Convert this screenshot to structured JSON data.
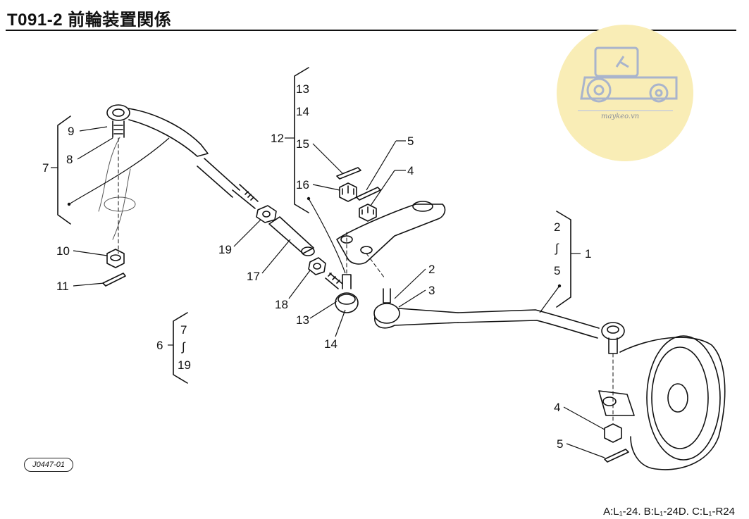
{
  "header": {
    "title": "T091-2 前輪装置関係"
  },
  "watermark": {
    "site": "maykeo.vn",
    "circle_color": "#f9edb6",
    "stroke_color": "#a9b4cc"
  },
  "drawing_code": "J0447-01",
  "footnote": "A:L₁-24. B:L₁-24D. C:L₁-R24",
  "callouts": {
    "c9": "9",
    "c8": "8",
    "c7": "7",
    "c10": "10",
    "c11": "11",
    "c19": "19",
    "c17": "17",
    "c18": "18",
    "c13b": "13",
    "c14b": "14",
    "g6_num": "6",
    "g6_top": "7",
    "g6_tilde": "∫",
    "g6_bot": "19",
    "g12_num": "12",
    "g12_13": "13",
    "g12_14": "14",
    "g12_15": "15",
    "g12_16": "16",
    "c5a": "5",
    "c4a": "4",
    "c2": "2",
    "c3": "3",
    "g1_num": "1",
    "g1_top": "2",
    "g1_tilde": "∫",
    "g1_bot": "5",
    "c4b": "4",
    "c5b": "5"
  }
}
